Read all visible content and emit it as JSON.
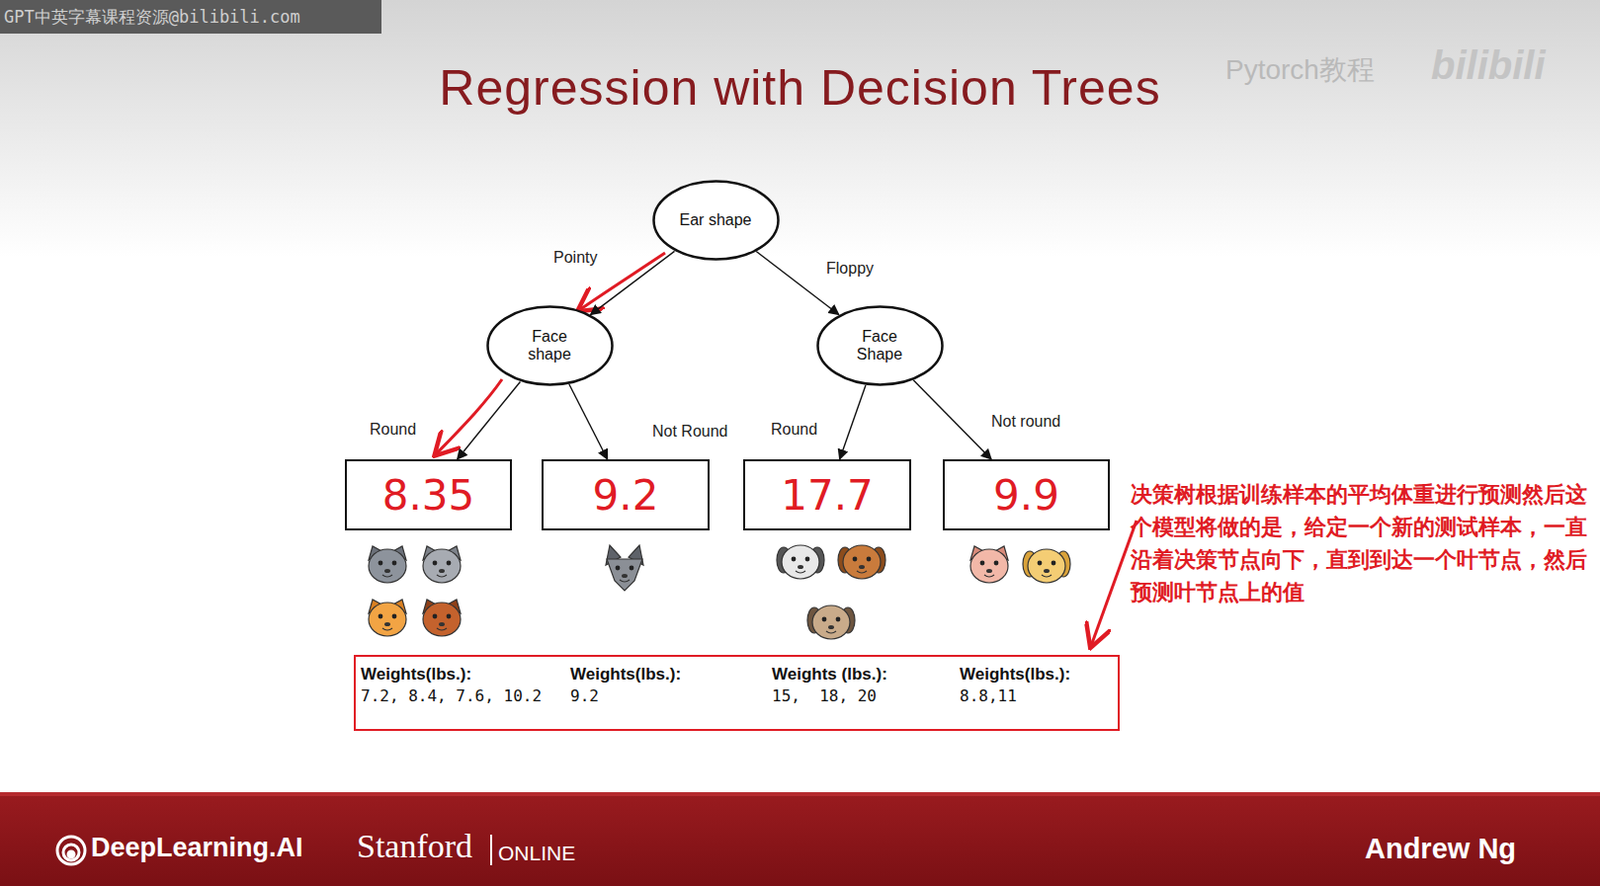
{
  "diagram": {
    "title": "Regression with Decision Trees",
    "nodes": [
      {
        "text": [
          "Ear shape"
        ]
      },
      {
        "text": [
          "Face shape"
        ]
      },
      {
        "text": [
          "Face Shape"
        ]
      },
      {
        "text": [
          "8.35"
        ]
      },
      {
        "text": [
          "9.2"
        ]
      },
      {
        "text": [
          "17.7"
        ]
      },
      {
        "text": [
          "9.9"
        ]
      },
      {
        "text": [
          "Weights(lbs.):",
          "7.2, 8.4, 7.6, 10.2",
          "Weights(lbs.):",
          "9.2",
          "Weights (lbs.):",
          "15,  18, 20",
          "Weights(lbs.):",
          "8.8,11"
        ]
      }
    ],
    "edges": [
      {
        "from": 0,
        "to": 1,
        "arrow": "to",
        "label": "Pointy"
      },
      {
        "from": 0,
        "to": 2,
        "arrow": "to",
        "label": "Floppy"
      },
      {
        "from": 1,
        "to": 3,
        "arrow": "to",
        "label": "Round"
      },
      {
        "from": 1,
        "to": 4,
        "arrow": "to",
        "label": "Not Round"
      },
      {
        "from": 2,
        "to": 5,
        "arrow": "to",
        "label": "Round"
      },
      {
        "from": 2,
        "to": 6,
        "arrow": "to",
        "label": "Not round"
      }
    ],
    "labels": [
      "GPT中英字幕课程资源@bilibili.com",
      "Pytorch教程",
      "bilibili",
      "决策树根据训练样本的平均体重进行预测然后这个模型将做的是，给定一个新的测试样本，一直沿着决策节点向下，直到到达一个叶节点，然后预测叶节点上的值",
      "DeepLearning.AI",
      "Stanford",
      "ONLINE",
      "Andrew Ng"
    ]
  }
}
